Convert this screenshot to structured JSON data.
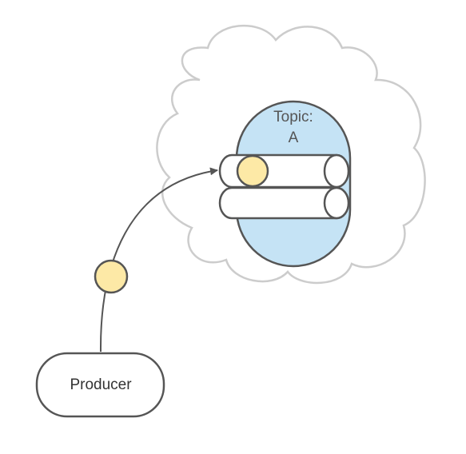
{
  "topic": {
    "label_line1": "Topic:",
    "label_line2": "A"
  },
  "producer": {
    "label": "Producer"
  },
  "colors": {
    "cloud_stroke": "#cccccc",
    "topic_fill": "#c5e3f5",
    "shape_stroke": "#555555",
    "message_fill": "#fde9a6",
    "arrow": "#555555",
    "text": "#333333"
  }
}
